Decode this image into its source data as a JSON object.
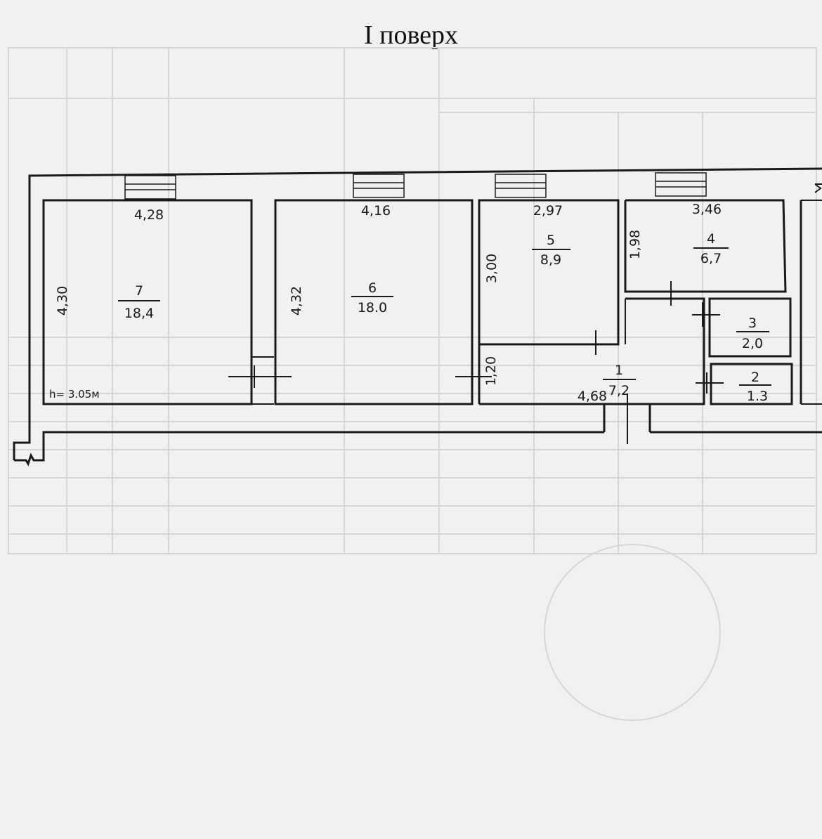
{
  "title": "I поверх",
  "height_note": "h= 3.05м",
  "rooms": [
    {
      "number": "7",
      "area": "18,4",
      "width": "4,28",
      "length": "4,30"
    },
    {
      "number": "6",
      "area": "18.0",
      "width": "4,16",
      "length": "4,32"
    },
    {
      "number": "5",
      "area": "8,9",
      "width": "2,97",
      "length": "3,00"
    },
    {
      "number": "4",
      "area": "6,7",
      "width": "3,46",
      "length": "1,98"
    },
    {
      "number": "3",
      "area": "2,0"
    },
    {
      "number": "2",
      "area": "1.3"
    },
    {
      "number": "1",
      "area": "7,2",
      "width": "4,68",
      "length": "1,20"
    }
  ]
}
